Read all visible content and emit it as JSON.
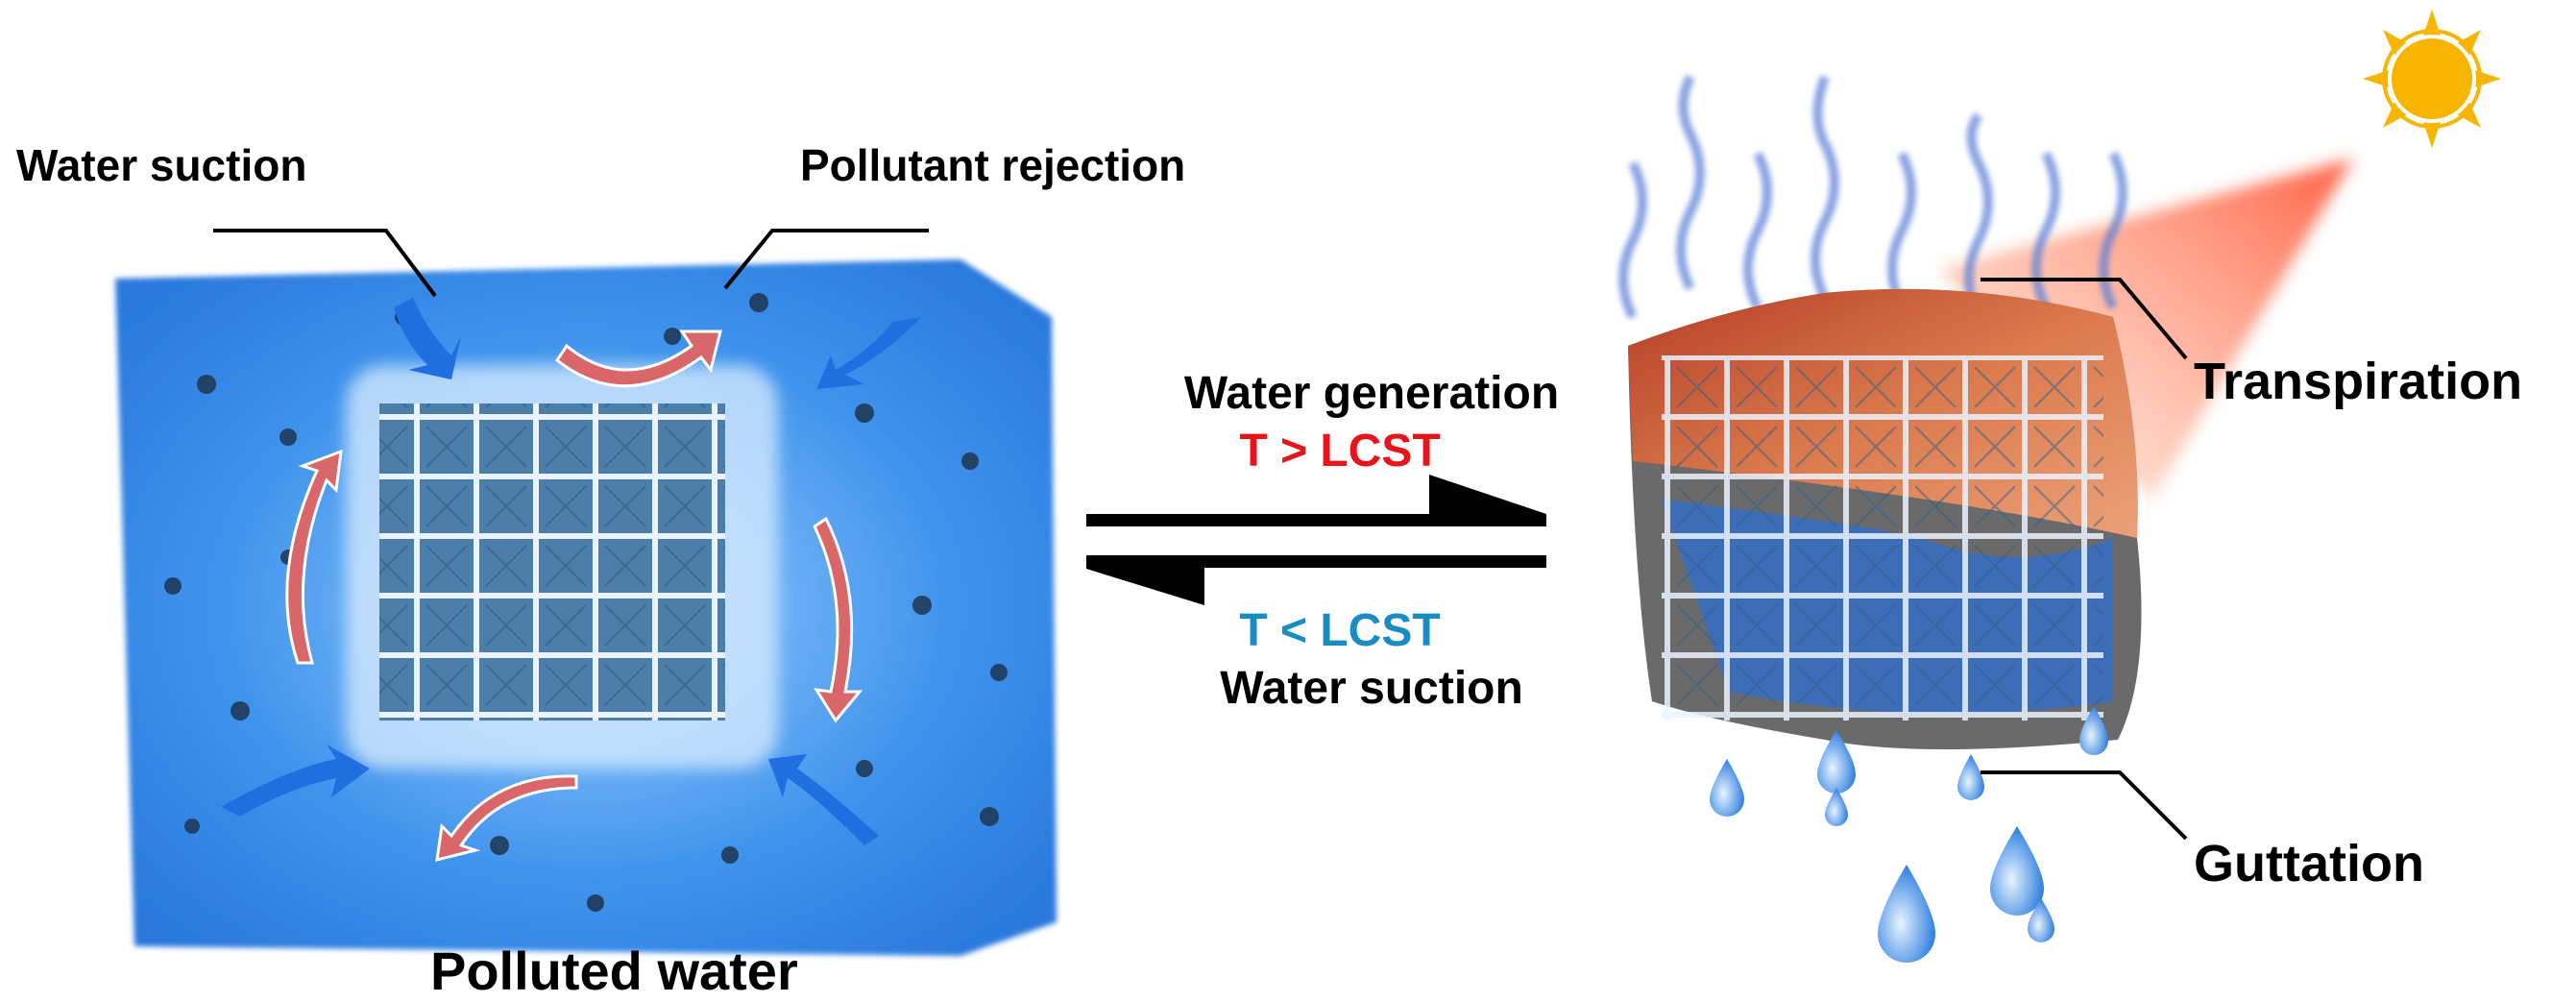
{
  "left_panel": {
    "label_water_suction": "Water suction",
    "label_pollutant_rejection": "Pollutant rejection",
    "label_polluted_water": "Polluted water"
  },
  "center": {
    "forward_label": "Water generation",
    "forward_condition": "T > LCST",
    "reverse_condition": "T < LCST",
    "reverse_label": "Water suction"
  },
  "right_panel": {
    "label_transpiration": "Transpiration",
    "label_guttation": "Guttation"
  },
  "colors": {
    "hot": "#e8141c",
    "cold": "#1a8cc4",
    "water_blue": "#2f7fe0",
    "sun": "#f7b500"
  }
}
